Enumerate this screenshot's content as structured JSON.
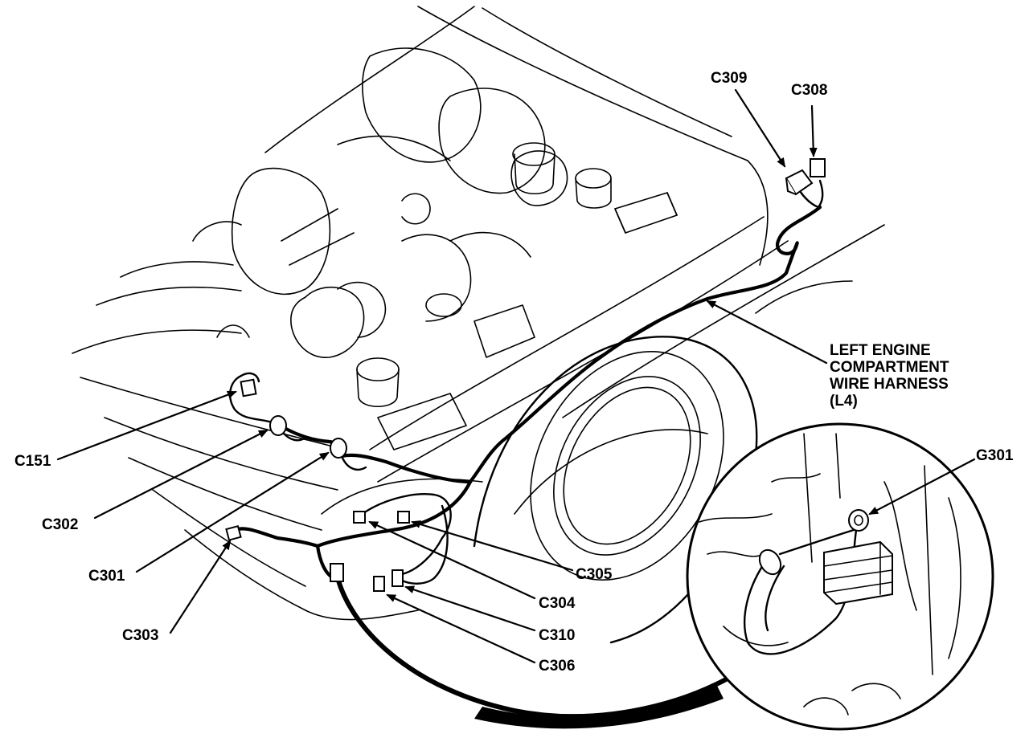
{
  "diagram": {
    "harness_label": {
      "line1": "LEFT ENGINE",
      "line2": "COMPARTMENT",
      "line3": "WIRE HARNESS",
      "line4": "(L4)"
    },
    "connectors": {
      "c309": "C309",
      "c308": "C308",
      "c151": "C151",
      "c302": "C302",
      "c301": "C301",
      "c303": "C303",
      "c305": "C305",
      "c304": "C304",
      "c310": "C310",
      "c306": "C306",
      "g301": "G301"
    }
  }
}
